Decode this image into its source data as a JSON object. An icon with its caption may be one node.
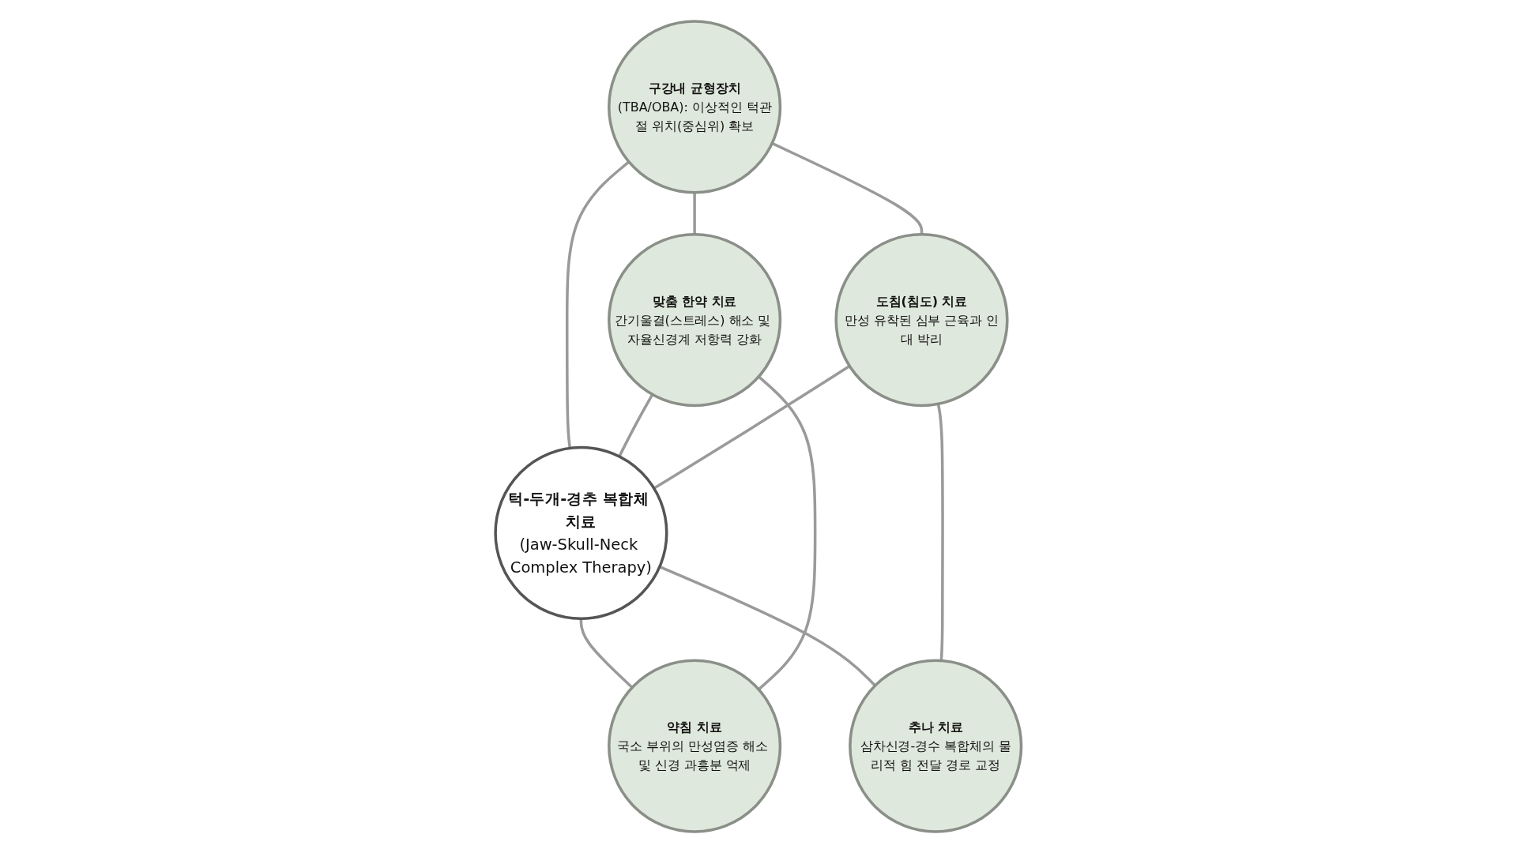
{
  "diagram": {
    "nodes": [
      {
        "text": [
          "턱-두개-경추 복합체 치료",
          "(Jaw-Skull-Neck Complex Therapy)"
        ]
      },
      {
        "text": [
          "구강내 균형장치",
          "(TBA/OBA): 이상적인 턱관절 위치(중심위) 확보"
        ]
      },
      {
        "text": [
          "맞춤 한약 치료",
          "간기울결(스트레스) 해소 및 자율신경계 저항력 강화"
        ]
      },
      {
        "text": [
          "도침(침도) 치료",
          "만성 유착된 심부 근육과 인대 박리"
        ]
      },
      {
        "text": [
          "약침 치료",
          "국소 부위의 만성염증 해소 및 신경 과흥분 억제"
        ]
      },
      {
        "text": [
          "추나 치료",
          "삼차신경-경수 복합체의 물리적 힘 전달 경로 교정"
        ]
      }
    ],
    "edges": [
      {
        "from": 1,
        "to": 0,
        "arrow": "none"
      },
      {
        "from": 2,
        "to": 0,
        "arrow": "none"
      },
      {
        "from": 3,
        "to": 0,
        "arrow": "none"
      },
      {
        "from": 0,
        "to": 4,
        "arrow": "none"
      },
      {
        "from": 0,
        "to": 5,
        "arrow": "none"
      },
      {
        "from": 1,
        "to": 2,
        "arrow": "none"
      },
      {
        "from": 1,
        "to": 3,
        "arrow": "none"
      },
      {
        "from": 2,
        "to": 4,
        "arrow": "none"
      },
      {
        "from": 3,
        "to": 5,
        "arrow": "none"
      }
    ]
  }
}
